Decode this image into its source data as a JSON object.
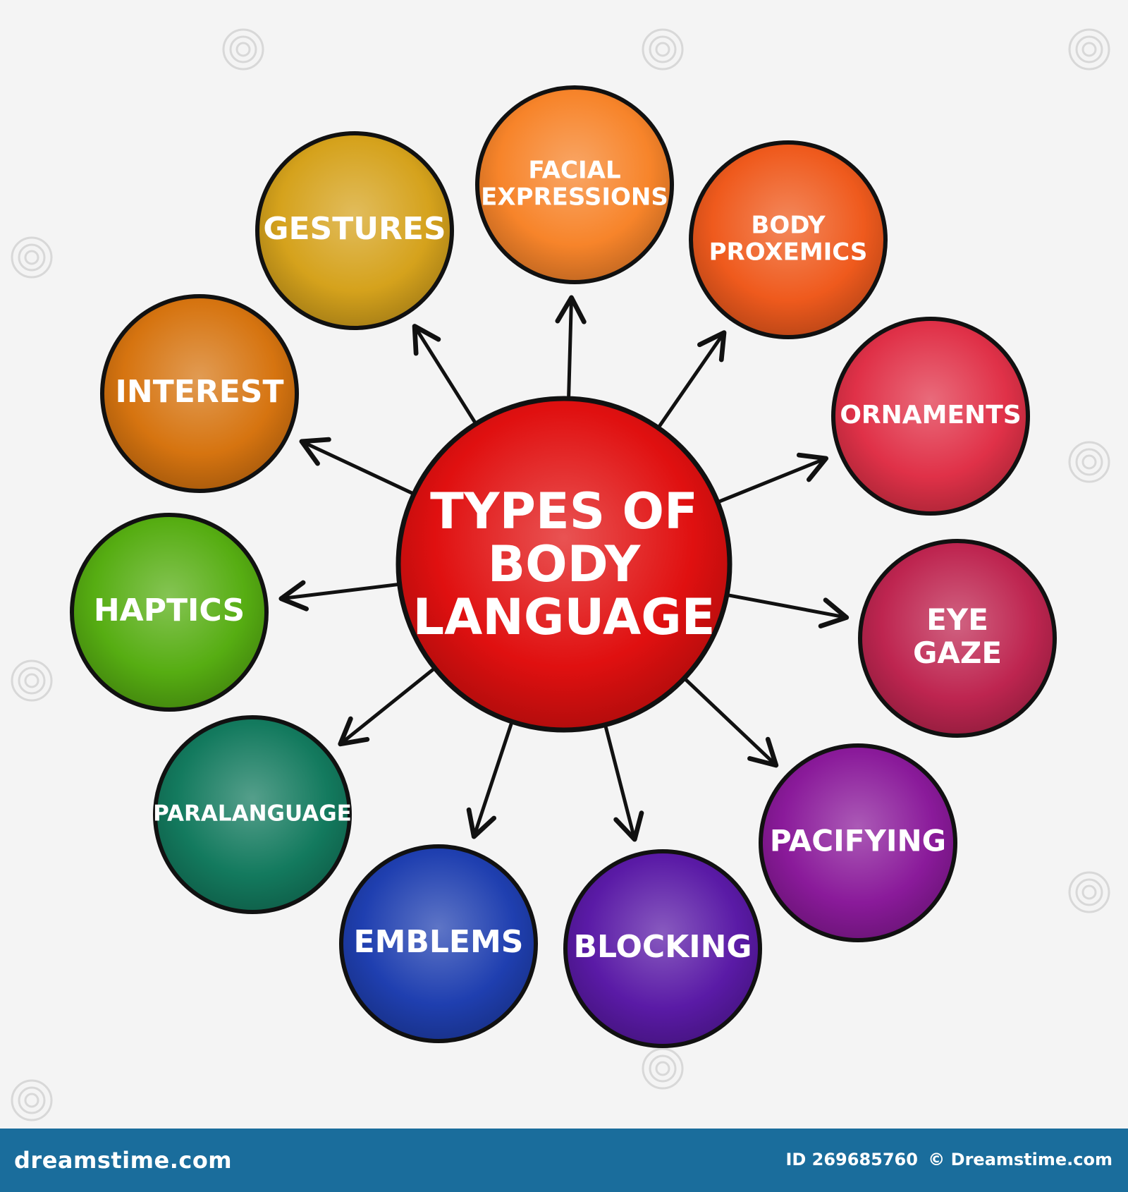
{
  "diagram": {
    "center": {
      "label_lines": [
        "TYPES OF",
        "BODY",
        "LANGUAGE"
      ]
    },
    "nodes": [
      {
        "id": "facial-expressions",
        "label_lines": [
          "FACIAL",
          "EXPRESSIONS"
        ],
        "color": "#f7842a"
      },
      {
        "id": "body-proxemics",
        "label_lines": [
          "BODY",
          "PROXEMICS"
        ],
        "color": "#ef5a1d"
      },
      {
        "id": "ornaments",
        "label_lines": [
          "ORNAMENTS"
        ],
        "color": "#e03148"
      },
      {
        "id": "eye-gaze",
        "label_lines": [
          "EYE",
          "GAZE"
        ],
        "color": "#be2550"
      },
      {
        "id": "pacifying",
        "label_lines": [
          "PACIFYING"
        ],
        "color": "#8a1a9a"
      },
      {
        "id": "blocking",
        "label_lines": [
          "BLOCKING"
        ],
        "color": "#5a1aa6"
      },
      {
        "id": "emblems",
        "label_lines": [
          "EMBLEMS"
        ],
        "color": "#1f3fb0"
      },
      {
        "id": "paralanguage",
        "label_lines": [
          "PARALANGUAGE"
        ],
        "color": "#137a5e"
      },
      {
        "id": "haptics",
        "label_lines": [
          "HAPTICS"
        ],
        "color": "#56ad12"
      },
      {
        "id": "interest",
        "label_lines": [
          "INTEREST"
        ],
        "color": "#d67410"
      },
      {
        "id": "gestures",
        "label_lines": [
          "GESTURES"
        ],
        "color": "#d5a21c"
      }
    ],
    "center_color": "#e01010",
    "outline_color": "#111111",
    "arrow_color": "#111111"
  },
  "footer": {
    "site": "dreamstime.com",
    "id_text": "ID 269685760",
    "brand": "© Dreamstime.com",
    "background": "#1a6d9c"
  }
}
